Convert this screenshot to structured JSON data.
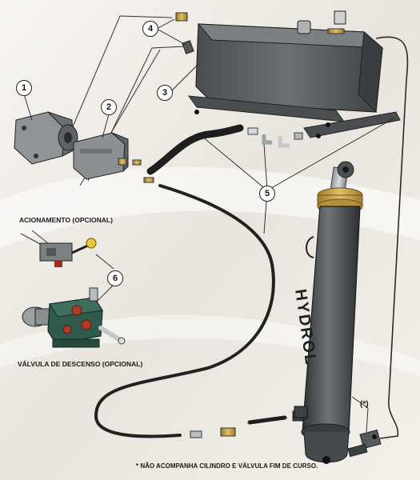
{
  "callouts": {
    "c1": "1",
    "c2": "2",
    "c3": "3",
    "c4": "4",
    "c5": "5",
    "c6": "6",
    "asterisk": "(*)"
  },
  "labels": {
    "acionamento": "ACIONAMENTO (OPCIONAL)",
    "valvula": "VÁLVULA  DE DESCENSO (OPCIONAL)",
    "footnote": "* NÃO ACOMPANHA CILINDRO E VÁLVULA FIM DE CURSO.",
    "cylinder_brand": "HYDROL"
  },
  "colors": {
    "background": "#f2efea",
    "metal_dark": "#3a3d3f",
    "metal_mid": "#6d7275",
    "hose": "#2a2a2a",
    "brass": "#c9a24a",
    "valve_green": "#2f5a4c",
    "valve_red": "#b23a2a",
    "yellow_knob": "#e8c93a"
  }
}
